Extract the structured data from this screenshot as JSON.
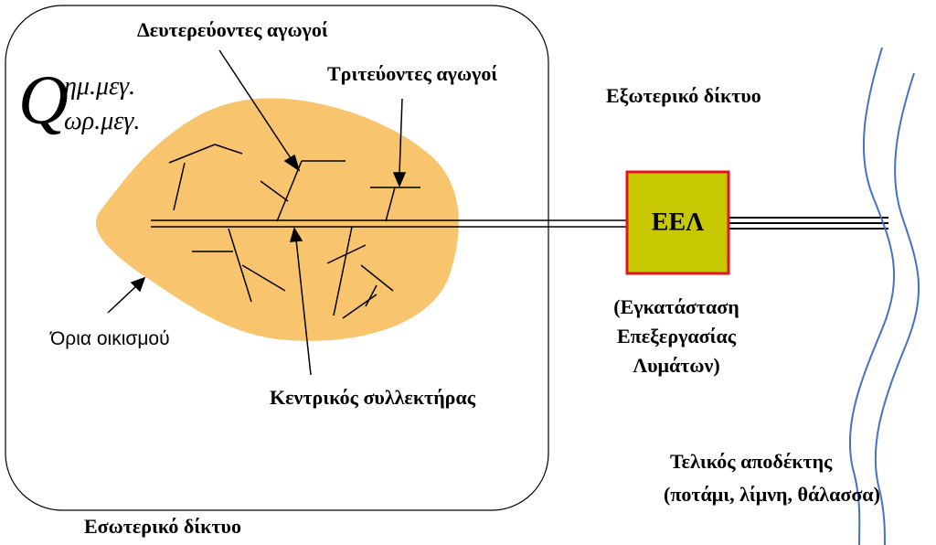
{
  "labels": {
    "secondary_pipes": "Δευτερεύοντες αγωγοί",
    "tertiary_pipes": "Τριτεύοντες αγωγοί",
    "external_network": "Εξωτερικό δίκτυο",
    "settlement_boundary": "Όρια οικισμού",
    "main_collector": "Κεντρικός συλλεκτήρας",
    "internal_network": "Εσωτερικό δίκτυο",
    "treatment_plant_abbr": "ΕΕΛ",
    "treatment_plant_line1": "(Εγκατάσταση",
    "treatment_plant_line2": "Επεξεργασίας",
    "treatment_plant_line3": "Λυμάτων)",
    "receiver_line1": "Τελικός αποδέκτης",
    "receiver_line2": "(ποτάμι, λίμνη, θάλασσα)"
  },
  "formula": {
    "symbol": "Q",
    "superscript": "ημ.μεγ.",
    "subscript": "ωρ.μεγ."
  },
  "colors": {
    "settlement_fill": "#F9C46E",
    "treatment_plant_fill": "#C8C800",
    "treatment_plant_border": "#E8121B",
    "river_lines": "#4472C4",
    "lines": "#000000"
  }
}
